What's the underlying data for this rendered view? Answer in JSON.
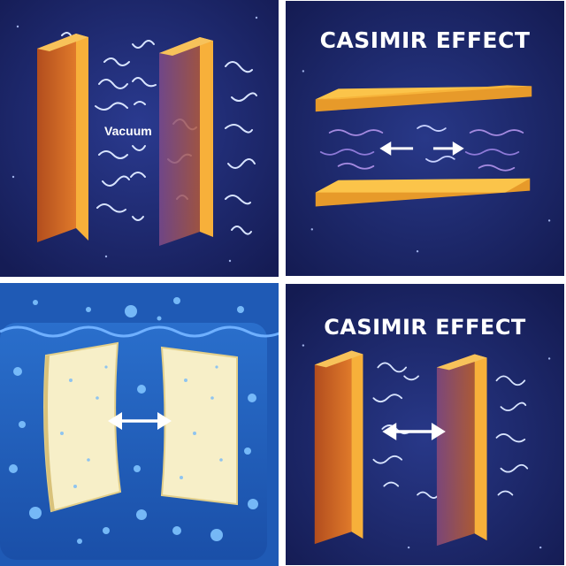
{
  "panels": {
    "top_left": {
      "label": "Vacuum"
    },
    "top_right": {
      "title": "CASIMIR EFFECT"
    },
    "bottom_left": {},
    "bottom_right": {
      "title": "CASIMIR EFFECT"
    }
  },
  "colors": {
    "navy_bg": "#1b2466",
    "ocean_bg": "#1c5fb8",
    "plate_orange": "#f0a030",
    "plate_side": "#c65a22",
    "cream_plate": "#f7efc8",
    "wave": "#d8e4ff"
  },
  "icons": [
    "double-arrow-icon",
    "wave-squiggle-icon",
    "bubble-icon"
  ]
}
